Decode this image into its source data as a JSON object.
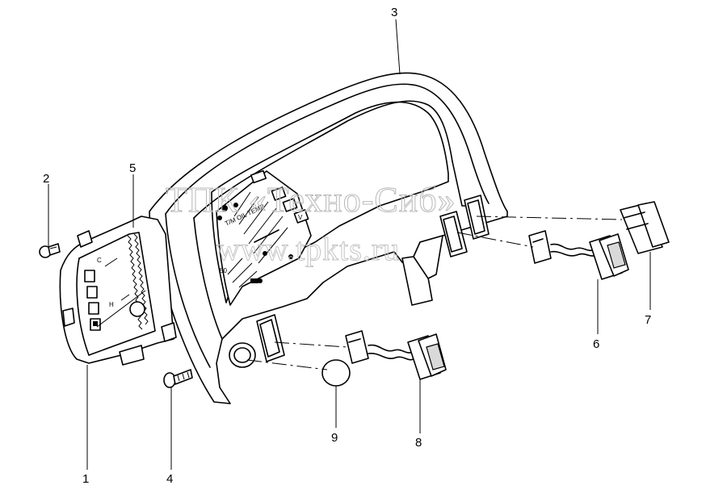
{
  "callouts": {
    "c1": "1",
    "c2": "2",
    "c3": "3",
    "c4": "4",
    "c5": "5",
    "c6": "6",
    "c7": "7",
    "c8": "8",
    "c9": "9"
  },
  "gauge_labels": {
    "tm_oil_temp": "T/M OIL TEMP",
    "scale_50": "50",
    "letter_c": "C",
    "letter_h": "H"
  },
  "watermark": {
    "line1": "ТПК «Техно-Сиб»",
    "line2": "www.tpkts.ru"
  }
}
